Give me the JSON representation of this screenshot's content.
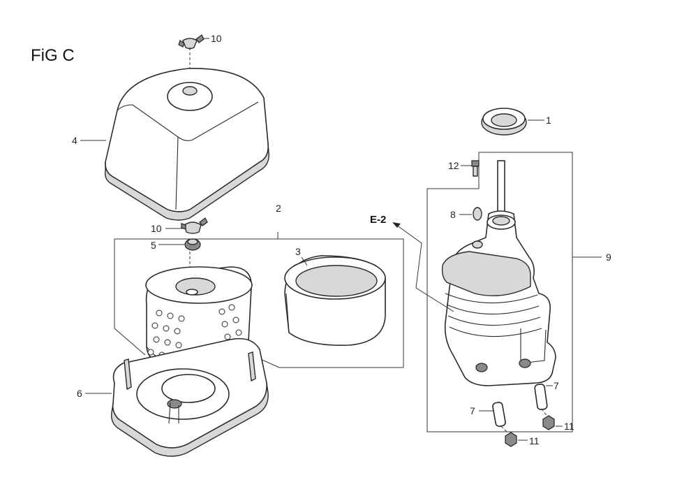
{
  "title": "FiG C",
  "reference": "E-2",
  "callouts": {
    "c10_top": "10",
    "c4": "4",
    "c10_mid": "10",
    "c5": "5",
    "c2": "2",
    "c3": "3",
    "c6": "6",
    "c1": "1",
    "c12": "12",
    "c8": "8",
    "c9": "9",
    "c7_right": "7",
    "c7_left": "7",
    "c11_right": "11",
    "c11_bottom": "11"
  }
}
